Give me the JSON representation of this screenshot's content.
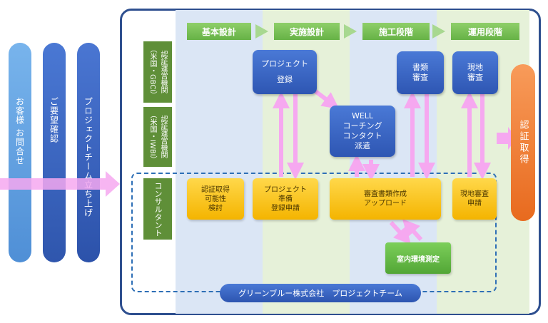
{
  "left_pills": [
    {
      "label": "お客様 お問合せ",
      "color": "#5c9ee0"
    },
    {
      "label": "ご要望確認",
      "color": "#3d6cc4"
    },
    {
      "label": "プロジェクトチーム立ち上げ",
      "color": "#3a64b8"
    }
  ],
  "phases": [
    "基本設計",
    "実施設計",
    "施工段階",
    "運用段階"
  ],
  "rows": {
    "gbci": "認証運営機関\n（米国・GBCI）",
    "iwbi": "認証運営機関\n（米国・IWBI）",
    "consultant": "コンサルタント"
  },
  "boxes": {
    "project_register": [
      "プロジェクト",
      "登録"
    ],
    "doc_review": [
      "書類",
      "審査"
    ],
    "site_review": [
      "現地",
      "審査"
    ],
    "well_coach": [
      "WELL",
      "コーチング",
      "コンタクト",
      "派遣"
    ],
    "feasibility": [
      "認証取得",
      "可能性",
      "検討"
    ],
    "prep": [
      "プロジェクト",
      "準備",
      "登録申請"
    ],
    "docs_create": [
      "審査書類作成",
      "アップロード"
    ],
    "site_apply": [
      "現地審査",
      "申請"
    ],
    "env_measure": "室内環境測定"
  },
  "certification": "認証取得",
  "team": "グリーンブルー株式会社　プロジェクトチーム",
  "colors": {
    "accent_pink": "#f6a8f0",
    "frame": "#2e4f8f",
    "cert": "#f07b2e"
  }
}
